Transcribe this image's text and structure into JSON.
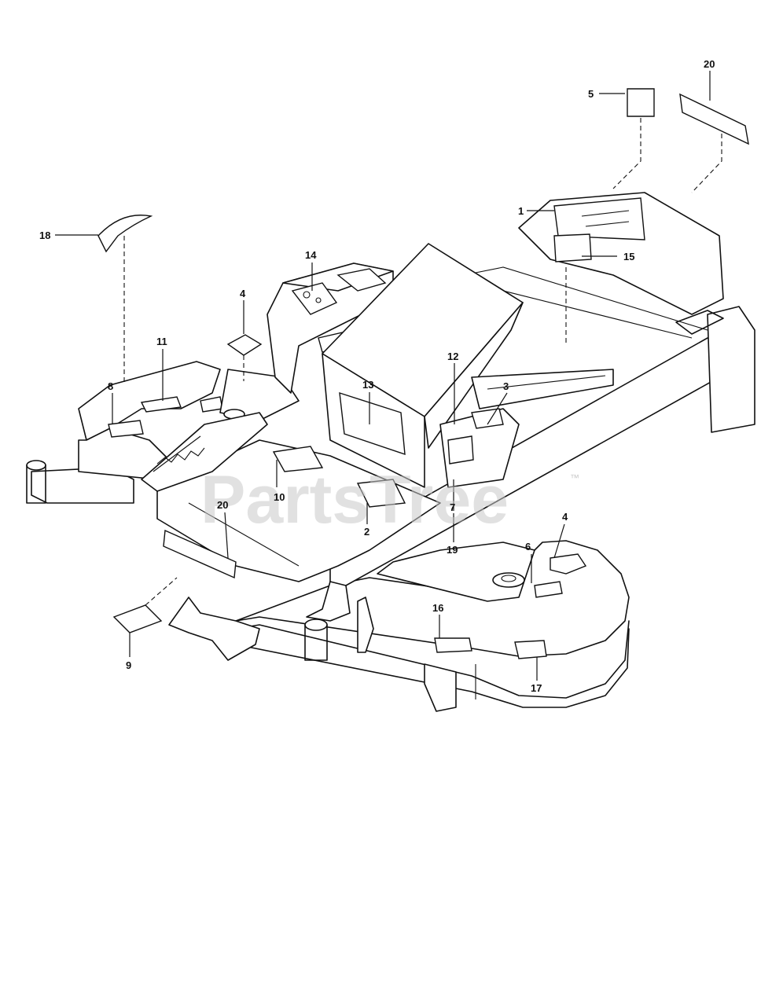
{
  "watermark": {
    "text": "PartsTree",
    "trademark": "™"
  },
  "callouts": [
    {
      "id": "c20a",
      "label": "20"
    },
    {
      "id": "c5",
      "label": "5"
    },
    {
      "id": "c1",
      "label": "1"
    },
    {
      "id": "c15",
      "label": "15"
    },
    {
      "id": "c14",
      "label": "14"
    },
    {
      "id": "c4a",
      "label": "4"
    },
    {
      "id": "c18",
      "label": "18"
    },
    {
      "id": "c11",
      "label": "11"
    },
    {
      "id": "c8",
      "label": "8"
    },
    {
      "id": "c13",
      "label": "13"
    },
    {
      "id": "c12",
      "label": "12"
    },
    {
      "id": "c3",
      "label": "3"
    },
    {
      "id": "c10",
      "label": "10"
    },
    {
      "id": "c20b",
      "label": "20"
    },
    {
      "id": "c2",
      "label": "2"
    },
    {
      "id": "c7",
      "label": "7"
    },
    {
      "id": "c19",
      "label": "19"
    },
    {
      "id": "c4b",
      "label": "4"
    },
    {
      "id": "c6",
      "label": "6"
    },
    {
      "id": "c16",
      "label": "16"
    },
    {
      "id": "c9",
      "label": "9"
    },
    {
      "id": "c17",
      "label": "17"
    }
  ]
}
